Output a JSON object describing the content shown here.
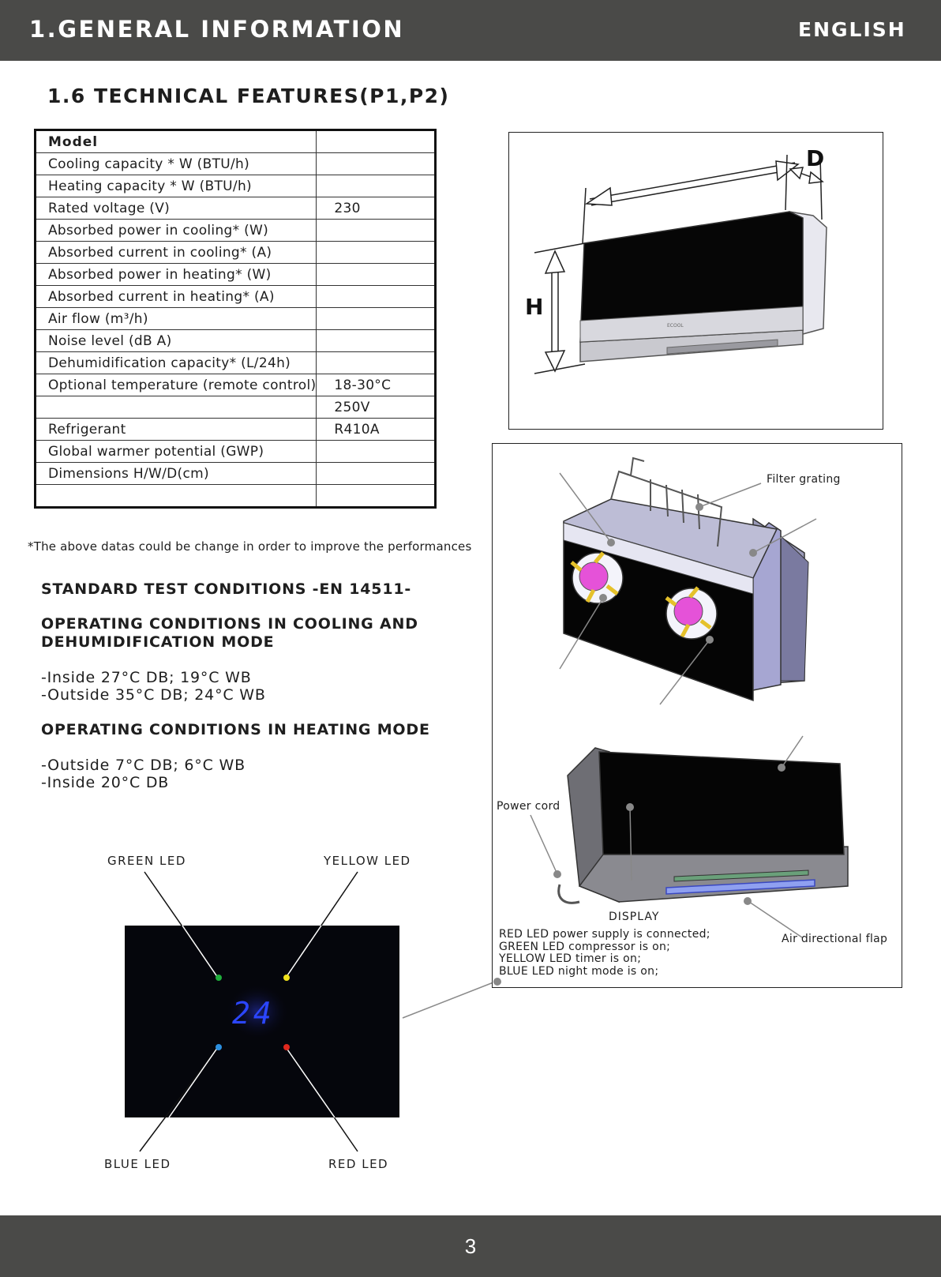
{
  "header": {
    "section": "1.GENERAL INFORMATION",
    "language": "ENGLISH"
  },
  "section_title": "1.6 TECHNICAL FEATURES(P1,P2)",
  "spec_table": {
    "rows": [
      {
        "label": "Model",
        "value": ""
      },
      {
        "label": "Cooling capacity * W (BTU/h)",
        "value": ""
      },
      {
        "label": "Heating capacity * W (BTU/h)",
        "value": ""
      },
      {
        "label": "Rated voltage (V)",
        "value": "230"
      },
      {
        "label": "Absorbed power in cooling* (W)",
        "value": ""
      },
      {
        "label": "Absorbed current in cooling* (A)",
        "value": ""
      },
      {
        "label": "Absorbed power in heating* (W)",
        "value": ""
      },
      {
        "label": "Absorbed current in heating* (A)",
        "value": ""
      },
      {
        "label": "Air flow (m³/h)",
        "value": ""
      },
      {
        "label": "Noise level (dB A)",
        "value": ""
      },
      {
        "label": "Dehumidification capacity* (L/24h)",
        "value": ""
      },
      {
        "label": "Optional temperature (remote control)",
        "value": "18-30°C"
      },
      {
        "label": "",
        "value": "250V"
      },
      {
        "label": "Refrigerant",
        "value": "R410A"
      },
      {
        "label": "Global warmer potential (GWP)",
        "value": ""
      },
      {
        "label": "Dimensions H/W/D(cm)",
        "value": ""
      },
      {
        "label": "",
        "value": ""
      }
    ]
  },
  "note": "*The above datas could be change in order to improve the performances",
  "conditions": {
    "standard_title": "STANDARD TEST CONDITIONS -EN 14511-",
    "cooling_title_1": "OPERATING CONDITIONS IN COOLING AND",
    "cooling_title_2": "DEHUMIDIFICATION MODE",
    "cooling_line_1": "-Inside 27°C DB; 19°C WB",
    "cooling_line_2": "-Outside 35°C DB; 24°C WB",
    "heating_title": "OPERATING CONDITIONS IN HEATING MODE",
    "heating_line_1": "-Outside 7°C DB; 6°C WB",
    "heating_line_2": "-Inside 20°C DB"
  },
  "led_panel": {
    "green_label": "GREEN  LED",
    "yellow_label": "YELLOW  LED",
    "blue_label": "BLUE  LED",
    "red_label": "RED  LED",
    "display_value": "24",
    "colors": {
      "green": "#1fae3c",
      "yellow": "#f2e21b",
      "blue": "#2b8fe0",
      "red": "#e0281e",
      "digits": "#2b46ff"
    }
  },
  "dimension_figure": {
    "h_label": "H",
    "d_label": "D",
    "brand_mark": "ECOOL"
  },
  "parts_figure": {
    "filter_grating": "Filter grating",
    "power_cord": "Power cord",
    "display": "DISPLAY",
    "air_flap": "Air directional flap",
    "led_info": [
      "RED LED power supply is connected;",
      "GREEN LED compressor is on;",
      "YELLOW LED timer is on;",
      "BLUE LED night mode is on;"
    ]
  },
  "page_number": "3"
}
